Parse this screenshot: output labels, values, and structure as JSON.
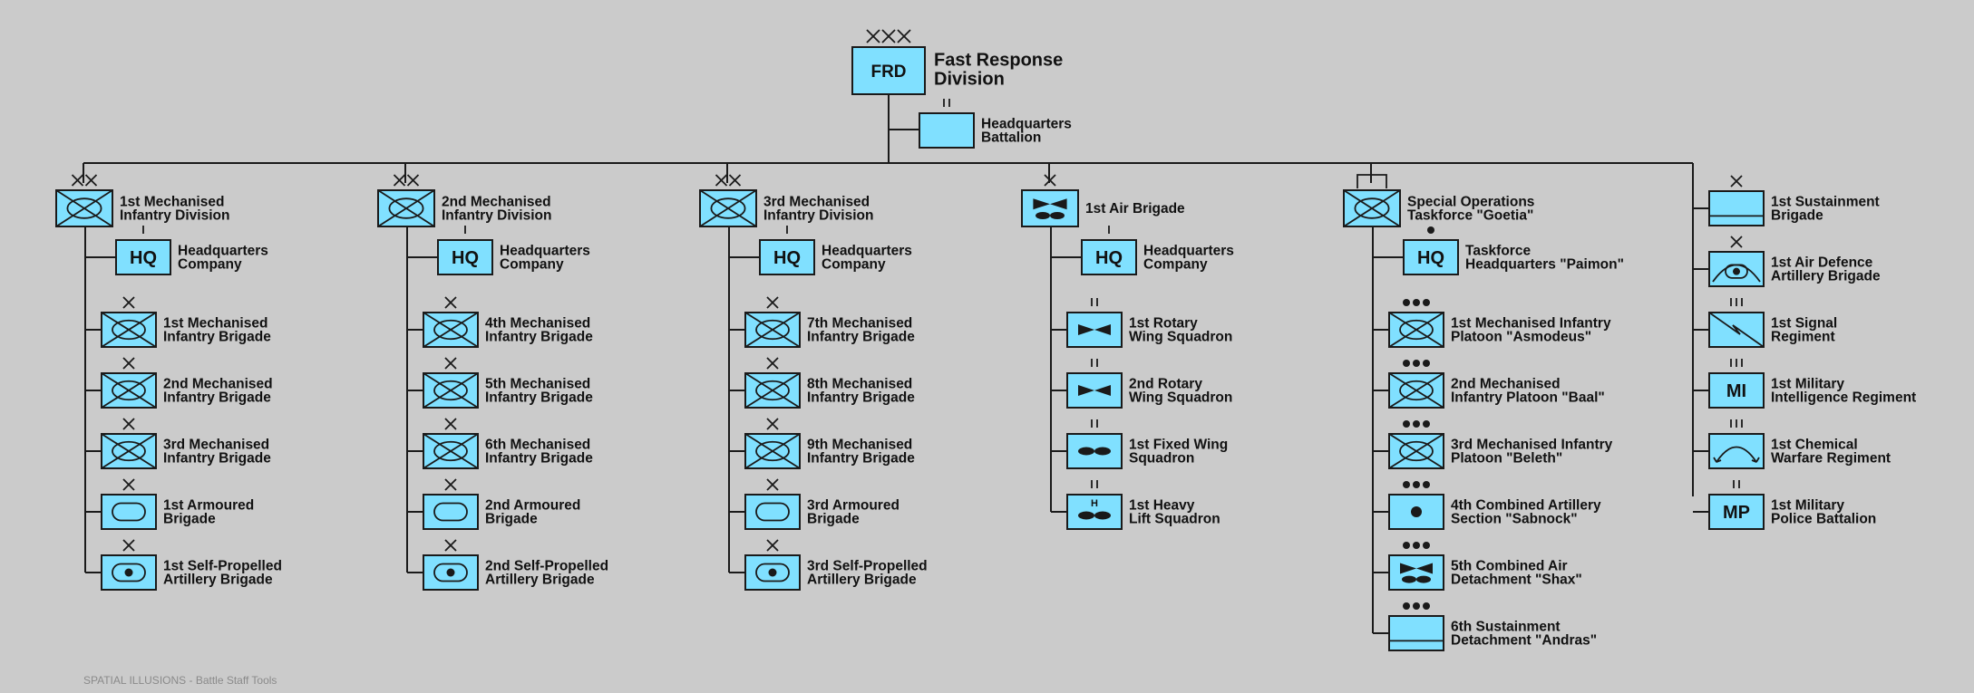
{
  "root": {
    "code": "FRD",
    "echelon": "XXX",
    "label": [
      "Fast Response",
      "Division"
    ]
  },
  "root_hq": {
    "code": "HQ",
    "echelon": "II",
    "label": [
      "Headquarters",
      "Battalion"
    ]
  },
  "columns": [
    {
      "head": {
        "symbol": "mech-infantry",
        "echelon": "XX",
        "label": [
          "1st Mechanised",
          "Infantry Division"
        ]
      },
      "children": [
        {
          "symbol": "hq",
          "code": "HQ",
          "echelon": "I",
          "label": [
            "Headquarters",
            "Company"
          ]
        },
        {
          "symbol": "mech-infantry",
          "echelon": "X",
          "label": [
            "1st Mechanised",
            "Infantry Brigade"
          ]
        },
        {
          "symbol": "mech-infantry",
          "echelon": "X",
          "label": [
            "2nd Mechanised",
            "Infantry Brigade"
          ]
        },
        {
          "symbol": "mech-infantry",
          "echelon": "X",
          "label": [
            "3rd Mechanised",
            "Infantry Brigade"
          ]
        },
        {
          "symbol": "armour",
          "echelon": "X",
          "label": [
            "1st Armoured",
            "Brigade"
          ]
        },
        {
          "symbol": "sp-artillery",
          "echelon": "X",
          "label": [
            "1st Self-Propelled",
            "Artillery Brigade"
          ]
        }
      ]
    },
    {
      "head": {
        "symbol": "mech-infantry",
        "echelon": "XX",
        "label": [
          "2nd Mechanised",
          "Infantry Division"
        ]
      },
      "children": [
        {
          "symbol": "hq",
          "code": "HQ",
          "echelon": "I",
          "label": [
            "Headquarters",
            "Company"
          ]
        },
        {
          "symbol": "mech-infantry",
          "echelon": "X",
          "label": [
            "4th Mechanised",
            "Infantry Brigade"
          ]
        },
        {
          "symbol": "mech-infantry",
          "echelon": "X",
          "label": [
            "5th Mechanised",
            "Infantry Brigade"
          ]
        },
        {
          "symbol": "mech-infantry",
          "echelon": "X",
          "label": [
            "6th Mechanised",
            "Infantry Brigade"
          ]
        },
        {
          "symbol": "armour",
          "echelon": "X",
          "label": [
            "2nd Armoured",
            "Brigade"
          ]
        },
        {
          "symbol": "sp-artillery",
          "echelon": "X",
          "label": [
            "2nd Self-Propelled",
            "Artillery Brigade"
          ]
        }
      ]
    },
    {
      "head": {
        "symbol": "mech-infantry",
        "echelon": "XX",
        "label": [
          "3rd Mechanised",
          "Infantry Division"
        ]
      },
      "children": [
        {
          "symbol": "hq",
          "code": "HQ",
          "echelon": "I",
          "label": [
            "Headquarters",
            "Company"
          ]
        },
        {
          "symbol": "mech-infantry",
          "echelon": "X",
          "label": [
            "7th Mechanised",
            "Infantry Brigade"
          ]
        },
        {
          "symbol": "mech-infantry",
          "echelon": "X",
          "label": [
            "8th Mechanised",
            "Infantry Brigade"
          ]
        },
        {
          "symbol": "mech-infantry",
          "echelon": "X",
          "label": [
            "9th Mechanised",
            "Infantry Brigade"
          ]
        },
        {
          "symbol": "armour",
          "echelon": "X",
          "label": [
            "3rd Armoured",
            "Brigade"
          ]
        },
        {
          "symbol": "sp-artillery",
          "echelon": "X",
          "label": [
            "3rd Self-Propelled",
            "Artillery Brigade"
          ]
        }
      ]
    },
    {
      "head": {
        "symbol": "aviation",
        "echelon": "X",
        "label": [
          "1st Air Brigade"
        ]
      },
      "children": [
        {
          "symbol": "hq",
          "code": "HQ",
          "echelon": "I",
          "label": [
            "Headquarters",
            "Company"
          ]
        },
        {
          "symbol": "rotary-wing",
          "echelon": "II",
          "label": [
            "1st Rotary",
            "Wing Squadron"
          ]
        },
        {
          "symbol": "rotary-wing",
          "echelon": "II",
          "label": [
            "2nd Rotary",
            "Wing Squadron"
          ]
        },
        {
          "symbol": "fixed-wing",
          "echelon": "II",
          "label": [
            "1st Fixed Wing",
            "Squadron"
          ]
        },
        {
          "symbol": "heavy-lift",
          "echelon": "II",
          "label": [
            "1st Heavy",
            "Lift Squadron"
          ]
        }
      ]
    },
    {
      "head": {
        "symbol": "mech-infantry",
        "echelon": "taskforce",
        "label": [
          "Special Operations",
          "Taskforce \"Goetia\""
        ]
      },
      "children": [
        {
          "symbol": "hq",
          "code": "HQ",
          "echelon": "•",
          "label": [
            "Taskforce",
            "Headquarters \"Paimon\""
          ]
        },
        {
          "symbol": "mech-infantry",
          "echelon": "•••",
          "label": [
            "1st Mechanised Infantry",
            "Platoon \"Asmodeus\""
          ]
        },
        {
          "symbol": "mech-infantry",
          "echelon": "•••",
          "label": [
            "2nd Mechanised",
            "Infantry Platoon \"Baal\""
          ]
        },
        {
          "symbol": "mech-infantry",
          "echelon": "•••",
          "label": [
            "3rd Mechanised Infantry",
            "Platoon \"Beleth\""
          ]
        },
        {
          "symbol": "artillery",
          "echelon": "•••",
          "label": [
            "4th Combined Artillery",
            "Section \"Sabnock\""
          ]
        },
        {
          "symbol": "combined-air",
          "echelon": "•••",
          "label": [
            "5th Combined Air",
            "Detachment \"Shax\""
          ]
        },
        {
          "symbol": "sustainment",
          "echelon": "•••",
          "label": [
            "6th Sustainment",
            "Detachment \"Andras\""
          ]
        }
      ]
    }
  ],
  "direct_units": [
    {
      "symbol": "sustainment",
      "echelon": "X",
      "label": [
        "1st Sustainment",
        "Brigade"
      ]
    },
    {
      "symbol": "air-defence",
      "echelon": "X",
      "label": [
        "1st Air Defence",
        "Artillery Brigade"
      ]
    },
    {
      "symbol": "signal",
      "echelon": "III",
      "label": [
        "1st Signal",
        "Regiment"
      ]
    },
    {
      "symbol": "text",
      "code": "MI",
      "echelon": "III",
      "label": [
        "1st Military",
        "Intelligence Regiment"
      ]
    },
    {
      "symbol": "chemical",
      "echelon": "III",
      "label": [
        "1st Chemical",
        "Warfare Regiment"
      ]
    },
    {
      "symbol": "text",
      "code": "MP",
      "echelon": "II",
      "label": [
        "1st Military",
        "Police Battalion"
      ]
    }
  ],
  "footer": "SPATIAL ILLUSIONS - Battle Staff Tools",
  "colors": {
    "fill": "#80e0ff",
    "stroke": "#1a1a1a",
    "line": "#1a1a1a",
    "background": "#cbcbcb"
  }
}
